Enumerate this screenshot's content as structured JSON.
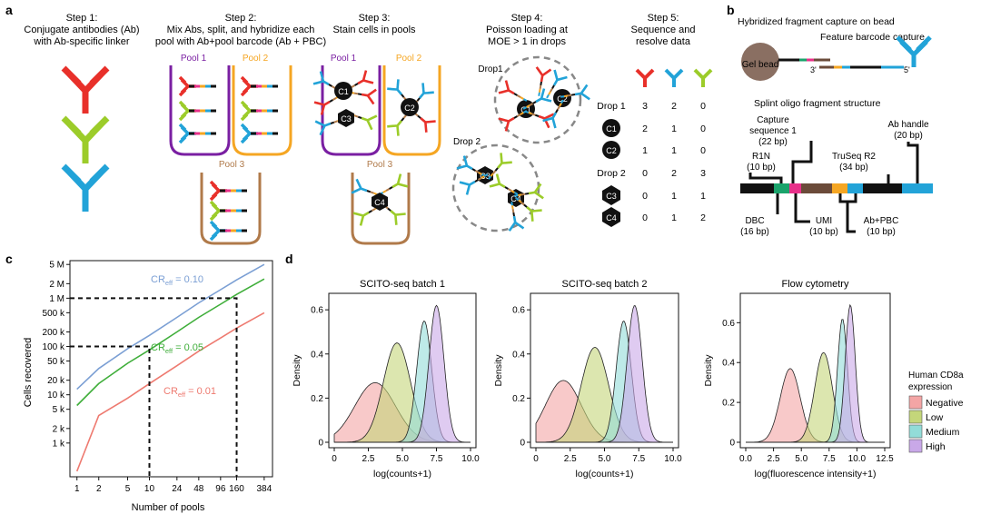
{
  "panel_a": {
    "label": "a",
    "steps": [
      {
        "title": "Step 1:",
        "lines": [
          "Conjugate antibodies (Ab)",
          "with Ab-specific linker"
        ]
      },
      {
        "title": "Step 2:",
        "lines": [
          "Mix Abs, split, and hybridize each",
          "pool with Ab+pool barcode (Ab + PBC)"
        ]
      },
      {
        "title": "Step 3:",
        "lines": [
          "Stain cells in pools"
        ]
      },
      {
        "title": "Step 4:",
        "lines": [
          "Poisson loading at",
          "MOE > 1 in drops"
        ]
      },
      {
        "title": "Step 5:",
        "lines": [
          "Sequence and",
          "resolve data"
        ]
      }
    ],
    "pools": {
      "pool1": "Pool 1",
      "pool2": "Pool 2",
      "pool3": "Pool 3"
    },
    "cells": {
      "c1": "C1",
      "c2": "C2",
      "c3": "C3",
      "c4": "C4"
    },
    "drops": {
      "drop1": "Drop1",
      "drop2": "Drop 2"
    },
    "table": {
      "rows": [
        {
          "label": "Drop 1",
          "values": [
            "3",
            "2",
            "0"
          ]
        },
        {
          "label": "C1",
          "values": [
            "2",
            "1",
            "0"
          ]
        },
        {
          "label": "C2",
          "values": [
            "1",
            "1",
            "0"
          ]
        },
        {
          "label": "Drop 2",
          "values": [
            "0",
            "2",
            "3"
          ]
        },
        {
          "label": "C3",
          "values": [
            "0",
            "1",
            "1"
          ]
        },
        {
          "label": "C4",
          "values": [
            "0",
            "1",
            "2"
          ]
        }
      ]
    },
    "colors": {
      "red": "#e8302a",
      "green": "#9ccc2a",
      "blue": "#22a3d8",
      "purple": "#7a1fa2",
      "orange": "#f5a623",
      "brown": "#b07a4a"
    }
  },
  "panel_b": {
    "label": "b",
    "title": "Hybridized fragment capture on bead",
    "capture_label": "Feature barcode capture",
    "gel_bead": "Gel bead",
    "three_prime": "3'",
    "five_prime": "5'",
    "splint_title": "Splint oligo fragment structure",
    "segments": {
      "capture": {
        "name": "Capture sequence 1",
        "size": "(22 bp)"
      },
      "r1n": {
        "name": "R1N",
        "size": "(10 bp)"
      },
      "truseq": {
        "name": "TruSeq R2",
        "size": "(34 bp)"
      },
      "handle": {
        "name": "Ab handle",
        "size": "(20 bp)"
      },
      "dbc": {
        "name": "DBC",
        "size": "(16 bp)"
      },
      "umi": {
        "name": "UMI",
        "size": "(10 bp)"
      },
      "abpbc": {
        "name": "Ab+PBC",
        "size": "(10 bp)"
      }
    }
  },
  "panel_c": {
    "label": "c",
    "xlabel": "Number of pools",
    "ylabel": "Cells recovered",
    "xticks": [
      "1",
      "2",
      "5",
      "10",
      "24",
      "48",
      "96",
      "160",
      "384"
    ],
    "yticks": [
      "1 k",
      "2 k",
      "5 k",
      "10 k",
      "20 k",
      "50 k",
      "100 k",
      "200 k",
      "500 k",
      "1 M",
      "2 M",
      "5 M"
    ],
    "series_labels": {
      "s10": "0.10",
      "s05": "0.05",
      "s01": "0.01"
    },
    "cr_prefix": "CR",
    "cr_sub": "eff",
    "chart_data": {
      "type": "line",
      "xscale": "log",
      "yscale": "log",
      "xlabel": "Number of pools",
      "ylabel": "Cells recovered",
      "series": [
        {
          "name": "CReff = 0.10",
          "color": "#7b9fd4",
          "x": [
            1,
            2,
            5,
            10,
            24,
            48,
            96,
            160,
            384
          ],
          "y": [
            13000,
            35000,
            90000,
            170000,
            400000,
            800000,
            1500000,
            2400000,
            5000000
          ]
        },
        {
          "name": "CReff = 0.05",
          "color": "#3fae3a",
          "x": [
            1,
            2,
            5,
            10,
            24,
            48,
            96,
            160,
            384
          ],
          "y": [
            6000,
            17000,
            45000,
            85000,
            200000,
            400000,
            750000,
            1200000,
            2500000
          ]
        },
        {
          "name": "CReff = 0.01",
          "color": "#ee7a70",
          "x": [
            1,
            2,
            5,
            10,
            24,
            48,
            96,
            160,
            384
          ],
          "y": [
            260,
            3700,
            8500,
            17000,
            40000,
            80000,
            150000,
            240000,
            500000
          ]
        }
      ],
      "guides": [
        {
          "x": 10,
          "y": 100000
        },
        {
          "x": 160,
          "y": 1000000
        }
      ]
    }
  },
  "panel_d": {
    "label": "d",
    "ylabel": "Density",
    "legend_title": [
      "Human CD8a",
      "expression"
    ],
    "legend": [
      {
        "name": "Negative",
        "color": "#f4a5a5"
      },
      {
        "name": "Low",
        "color": "#c4d67a"
      },
      {
        "name": "Medium",
        "color": "#92dcd8"
      },
      {
        "name": "High",
        "color": "#c9a8e8"
      }
    ],
    "plots": [
      {
        "title": "SCITO-seq batch 1",
        "xlabel": "log(counts+1)",
        "xticks": [
          "0",
          "2.5",
          "5.0",
          "7.5",
          "10.0"
        ],
        "yticks": [
          "0",
          "0.2",
          "0.4",
          "0.6"
        ],
        "chart_data": {
          "type": "area",
          "xlim": [
            0,
            10
          ],
          "ylim": [
            0,
            0.65
          ],
          "series": [
            {
              "name": "Negative",
              "mean": 3.0,
              "sd": 1.5,
              "peak": 0.27
            },
            {
              "name": "Low",
              "mean": 4.6,
              "sd": 1.0,
              "peak": 0.45
            },
            {
              "name": "Medium",
              "mean": 6.6,
              "sd": 0.55,
              "peak": 0.55
            },
            {
              "name": "High",
              "mean": 7.5,
              "sd": 0.55,
              "peak": 0.62
            }
          ]
        }
      },
      {
        "title": "SCITO-seq batch 2",
        "xlabel": "log(counts+1)",
        "xticks": [
          "0",
          "2.5",
          "5.0",
          "7.5",
          "10.0"
        ],
        "yticks": [
          "0",
          "0.2",
          "0.4",
          "0.6"
        ],
        "chart_data": {
          "type": "area",
          "xlim": [
            0,
            10
          ],
          "ylim": [
            0,
            0.65
          ],
          "series": [
            {
              "name": "Negative",
              "mean": 2.0,
              "sd": 1.3,
              "peak": 0.28
            },
            {
              "name": "Low",
              "mean": 4.3,
              "sd": 1.0,
              "peak": 0.43
            },
            {
              "name": "Medium",
              "mean": 6.4,
              "sd": 0.55,
              "peak": 0.55
            },
            {
              "name": "High",
              "mean": 7.2,
              "sd": 0.55,
              "peak": 0.62
            }
          ]
        }
      },
      {
        "title": "Flow cytometry",
        "xlabel": "log(fluorescence intensity+1)",
        "xticks": [
          "0.0",
          "2.5",
          "5.0",
          "7.5",
          "10.0",
          "12.5"
        ],
        "yticks": [
          "0",
          "0.2",
          "0.4",
          "0.6"
        ],
        "chart_data": {
          "type": "area",
          "xlim": [
            0,
            12.5
          ],
          "ylim": [
            0,
            0.72
          ],
          "series": [
            {
              "name": "Negative",
              "mean": 4.0,
              "sd": 0.9,
              "peak": 0.37
            },
            {
              "name": "Low",
              "mean": 7.0,
              "sd": 0.8,
              "peak": 0.45
            },
            {
              "name": "Medium",
              "mean": 8.7,
              "sd": 0.45,
              "peak": 0.62
            },
            {
              "name": "High",
              "mean": 9.4,
              "sd": 0.45,
              "peak": 0.69
            }
          ]
        }
      }
    ]
  }
}
